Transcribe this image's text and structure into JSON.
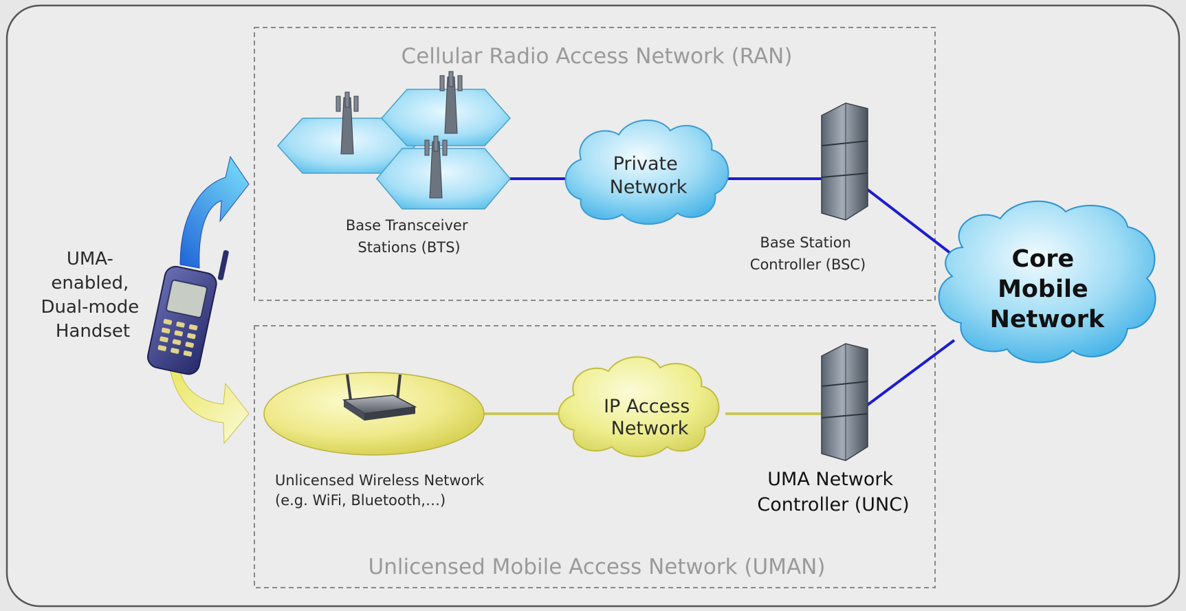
{
  "title_ran": "Cellular Radio Access Network (RAN)",
  "title_uman": "Unlicensed Mobile Access Network (UMAN)",
  "handset": {
    "lines": [
      "UMA-",
      "enabled,",
      "Dual-mode",
      "Handset"
    ]
  },
  "bts": {
    "lines": [
      "Base Transceiver",
      "Stations (BTS)"
    ]
  },
  "private_network": {
    "lines": [
      "Private",
      "Network"
    ]
  },
  "bsc": {
    "lines": [
      "Base Station",
      "Controller (BSC)"
    ]
  },
  "core": {
    "lines": [
      "Core",
      "Mobile",
      "Network"
    ]
  },
  "wireless": {
    "lines": [
      "Unlicensed Wireless Network",
      "(e.g. WiFi, Bluetooth,…)"
    ]
  },
  "ip_network": {
    "lines": [
      "IP Access",
      "Network"
    ]
  },
  "unc": {
    "lines": [
      "UMA Network",
      "Controller (UNC)"
    ]
  },
  "colors": {
    "background": "#e7e7e7",
    "panel": "#ececec",
    "blue_link": "#1c1ccf",
    "yellow_link": "#c9c85a",
    "blue_cloud": "#7fd0f0",
    "yellow_cloud": "#eeee8a",
    "hex_cell": "#8fd6f4",
    "title_grey": "#9a9a9a"
  }
}
